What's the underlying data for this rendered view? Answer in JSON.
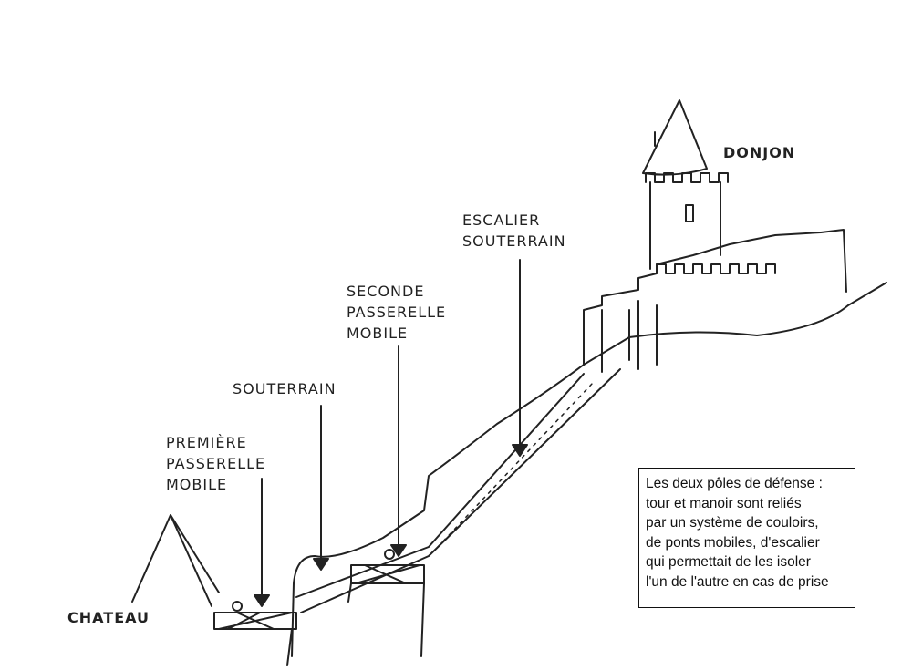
{
  "labels": {
    "donjon": "DONJON",
    "escalier": [
      "ESCALIER",
      "SOUTERRAIN"
    ],
    "seconde": [
      "SECONDE",
      "PASSERELLE",
      "MOBILE"
    ],
    "souterrain": "SOUTERRAIN",
    "premiere": [
      "PREMIÈRE",
      "PASSERELLE",
      "MOBILE"
    ],
    "chateau": "CHATEAU"
  },
  "caption": [
    "Les deux pôles de défense :",
    "tour et manoir sont reliés",
    "par un système de couloirs,",
    "de ponts mobiles, d'escalier",
    "qui permettait de les isoler",
    "l'un de l'autre en cas de prise"
  ]
}
